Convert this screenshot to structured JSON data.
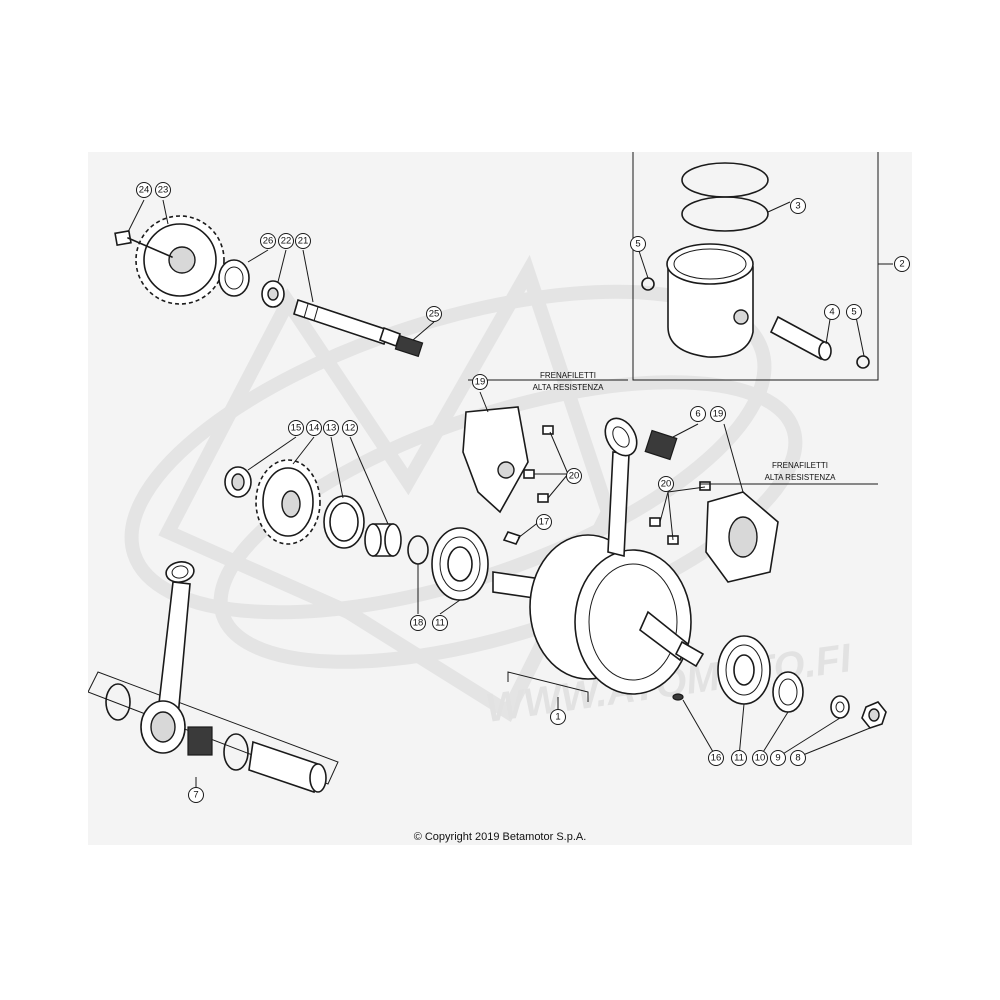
{
  "notes": {
    "thread_lock_top": [
      "FRENAFILETTI",
      "ALTA RESISTENZA"
    ],
    "thread_lock_right": [
      "FRENAFILETTI",
      "ALTA RESISTENZA"
    ]
  },
  "watermark": "WWW.ATOMOTO.FI",
  "copyright": "© Copyright 2019 Betamotor S.p.A.",
  "callouts": [
    "1",
    "2",
    "3",
    "4",
    "5",
    "5",
    "6",
    "7",
    "8",
    "9",
    "10",
    "11",
    "11",
    "12",
    "13",
    "14",
    "15",
    "16",
    "17",
    "18",
    "19",
    "19",
    "20",
    "20",
    "21",
    "22",
    "23",
    "24",
    "25",
    "26"
  ]
}
